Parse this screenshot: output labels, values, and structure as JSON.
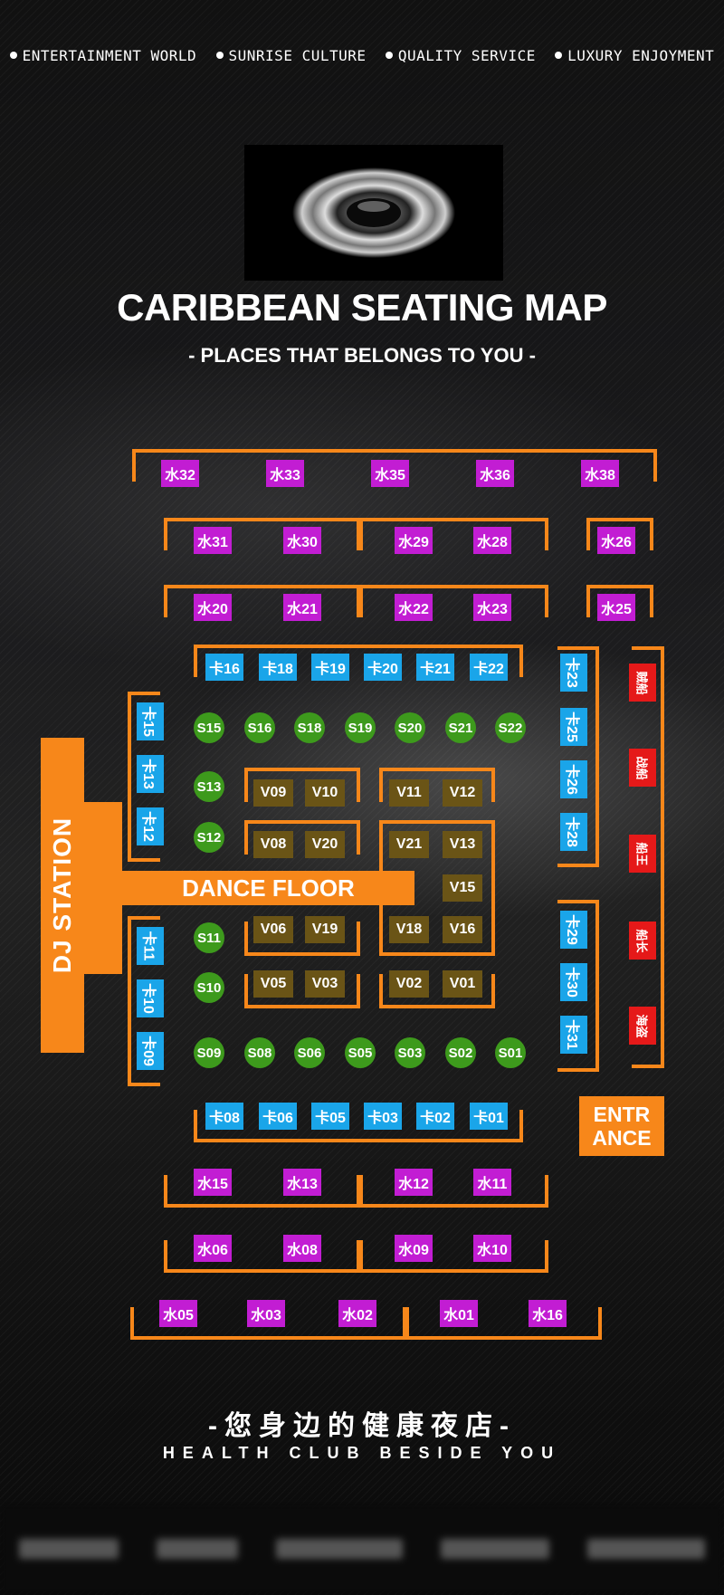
{
  "slogans": [
    "ENTERTAINMENT WORLD",
    "SUNRISE CULTURE",
    "QUALITY SERVICE",
    "LUXURY ENJOYMENT"
  ],
  "title": "CARIBBEAN SEATING MAP",
  "subtitle": "- PLACES THAT BELONGS TO YOU -",
  "zones": {
    "dj_station": "DJ STATION",
    "dance_floor": "DANCE FLOOR",
    "entrance": "ENTR\nANCE"
  },
  "seats": {
    "row_top": [
      "水32",
      "水33",
      "水35",
      "水36",
      "水38"
    ],
    "row_2": [
      "水31",
      "水30",
      "水29",
      "水28",
      "水26"
    ],
    "row_3": [
      "水20",
      "水21",
      "水22",
      "水23",
      "水25"
    ],
    "card_top": [
      "卡16",
      "卡18",
      "卡19",
      "卡20",
      "卡21",
      "卡22"
    ],
    "card_left_top": [
      "卡15",
      "卡13",
      "卡12"
    ],
    "card_left_bottom": [
      "卡11",
      "卡10",
      "卡09"
    ],
    "card_right_top": [
      "卡23",
      "卡25",
      "卡26",
      "卡28"
    ],
    "card_right_bottom": [
      "卡29",
      "卡30",
      "卡31"
    ],
    "sofa_top": [
      "S15",
      "S16",
      "S18",
      "S19",
      "S20",
      "S21",
      "S22"
    ],
    "sofa_left": [
      "S13",
      "S12",
      "S11",
      "S10"
    ],
    "sofa_bottom": [
      "S09",
      "S08",
      "S06",
      "S05",
      "S03",
      "S02",
      "S01"
    ],
    "vip": [
      "V09",
      "V10",
      "V11",
      "V12",
      "V08",
      "V20",
      "V21",
      "V13",
      "V15",
      "V06",
      "V19",
      "V18",
      "V16",
      "V05",
      "V03",
      "V02",
      "V01"
    ],
    "rooms": [
      "贼船",
      "战船",
      "船王",
      "船长",
      "海盗"
    ],
    "card_bottom": [
      "卡08",
      "卡06",
      "卡05",
      "卡03",
      "卡02",
      "卡01"
    ],
    "row_4": [
      "水15",
      "水13",
      "水12",
      "水11"
    ],
    "row_5": [
      "水06",
      "水08",
      "水09",
      "水10"
    ],
    "row_bottom": [
      "水05",
      "水03",
      "水02",
      "水01",
      "水16"
    ]
  },
  "footer_cn": "-您身边的健康夜店-",
  "footer_en": "HEALTH CLUB BESIDE YOU",
  "colors": {
    "outline": "#f7871a",
    "water_seat": "#c21dd3",
    "card_seat": "#1aa5e9",
    "sofa_seat": "#3d9a1c",
    "vip_seat": "#6a5416",
    "room_seat": "#e51919"
  }
}
